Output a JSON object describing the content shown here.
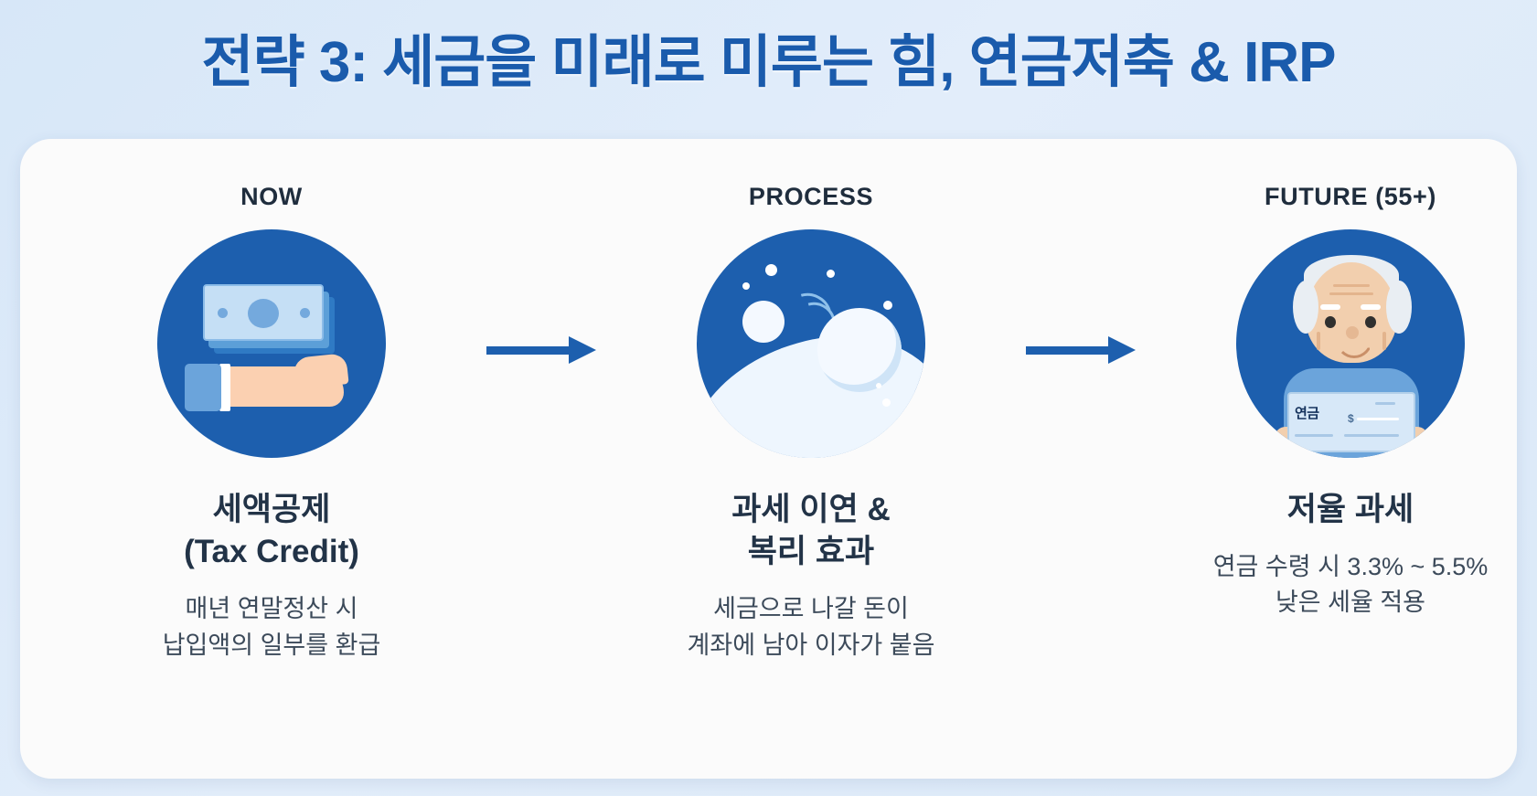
{
  "header": {
    "title": "전략 3: 세금을 미래로 미루는 힘, 연금저축 & IRP",
    "title_color": "#1a5bac"
  },
  "theme": {
    "background": "#dce9f8",
    "card_background": "#fbfbfb",
    "accent": "#1d5fae",
    "heading_color": "#223347",
    "body_color": "#3c4a5a"
  },
  "flow": {
    "steps": [
      {
        "kicker": "NOW",
        "icon": "hand-holding-cash-icon",
        "title": "세액공제\n(Tax Credit)",
        "description": "매년 연말정산 시\n납입액의 일부를 환급"
      },
      {
        "kicker": "PROCESS",
        "icon": "snowball-compounding-icon",
        "title": "과세 이연 &\n복리 효과",
        "description": "세금으로 나갈 돈이\n계좌에 남아 이자가 붙음"
      },
      {
        "kicker": "FUTURE (55+)",
        "icon": "senior-with-pension-check-icon",
        "title": "저율 과세",
        "description": "연금 수령 시 3.3% ~ 5.5%\n낮은 세율 적용"
      }
    ],
    "arrow_labels": [
      "arrow-step1-to-step2",
      "arrow-step2-to-step3"
    ]
  },
  "icon_details": {
    "pension_check_label": "연금",
    "currency_symbol": "$"
  }
}
